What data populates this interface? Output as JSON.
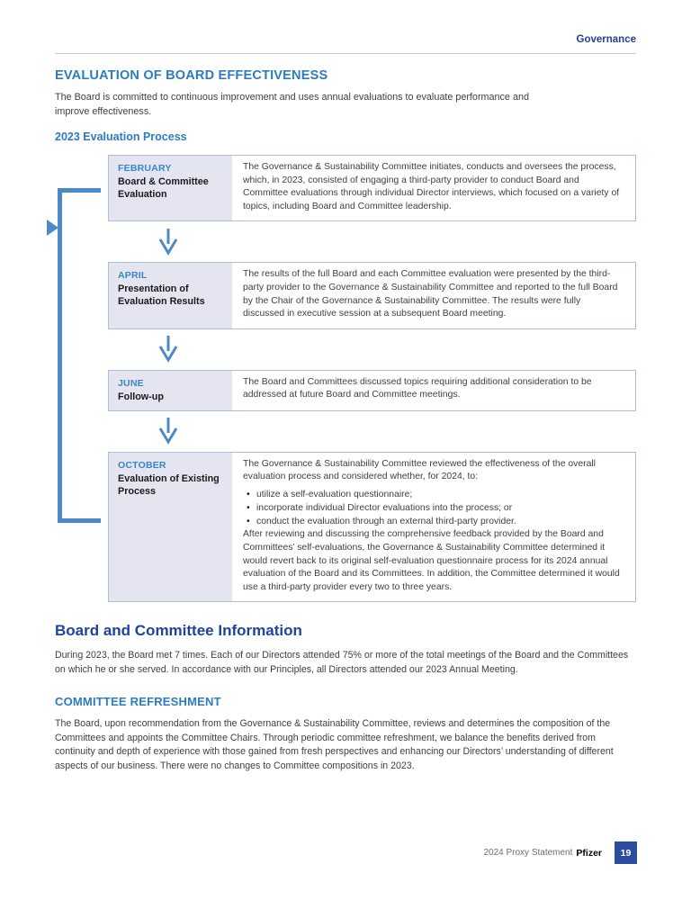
{
  "page": {
    "section_label": "Governance"
  },
  "evaluation": {
    "heading": "EVALUATION OF BOARD EFFECTIVENESS",
    "intro": "The Board is committed to continuous improvement and uses annual evaluations to evaluate performance and improve effectiveness.",
    "process_heading": "2023 Evaluation Process",
    "steps": [
      {
        "month": "FEBRUARY",
        "title": "Board & Committee Evaluation",
        "body": "The Governance & Sustainability Committee initiates, conducts and oversees the process, which, in 2023, consisted of engaging a third-party provider to conduct Board and Committee evaluations through individual Director interviews, which focused on a variety of topics, including Board and Committee leadership."
      },
      {
        "month": "APRIL",
        "title": "Presentation of Evaluation Results",
        "body": "The results of the full Board and each Committee evaluation were presented by the third-party provider to the Governance & Sustainability Committee and reported to the full Board by the Chair of the Governance & Sustainability Committee. The results were fully discussed in executive session at a subsequent Board meeting."
      },
      {
        "month": "JUNE",
        "title": "Follow-up",
        "body": "The Board and Committees discussed topics requiring additional consideration to be addressed at future Board and Committee meetings."
      },
      {
        "month": "OCTOBER",
        "title": "Evaluation of Existing Process",
        "body": "The Governance & Sustainability Committee reviewed the effectiveness of the overall evaluation process and considered whether, for 2024, to:",
        "bullets": [
          "utilize a self-evaluation questionnaire;",
          "incorporate individual Director evaluations into the process; or",
          "conduct the evaluation through an external third-party provider."
        ],
        "body2": "After reviewing and discussing the comprehensive feedback provided by the Board and Committees’ self-evaluations, the Governance & Sustainability Committee determined it would revert back to its original self-evaluation questionnaire process for its 2024 annual evaluation of the Board and its Committees. In addition, the Committee determined it would use a third-party provider every two to three years."
      }
    ]
  },
  "board_info": {
    "heading": "Board and Committee Information",
    "body": "During 2023, the Board met 7 times. Each of our Directors attended 75% or more of the total meetings of the Board and the Committees on which he or she served. In accordance with our Principles, all Directors attended our 2023 Annual Meeting.",
    "refreshment_heading": "COMMITTEE REFRESHMENT",
    "refreshment_body": "The Board, upon recommendation from the Governance & Sustainability Committee, reviews and determines the composition of the Committees and appoints the Committee Chairs. Through periodic committee refreshment, we balance the benefits derived from continuity and depth of experience with those gained from fresh perspectives and enhancing our Directors’ understanding of different aspects of our business. There were no changes to Committee compositions in 2023."
  },
  "footer": {
    "doc_title": "2024 Proxy Statement",
    "brand": "Pfizer",
    "page_number": "19"
  },
  "colors": {
    "heading_blue": "#2b7cc0",
    "navy_blue": "#21409a",
    "arrow_blue": "#4d88c8",
    "label_bg": "#e5e4f1",
    "box_border": "#a9c0da",
    "badge_bg": "#2a4d9e",
    "body_text": "#404040"
  }
}
